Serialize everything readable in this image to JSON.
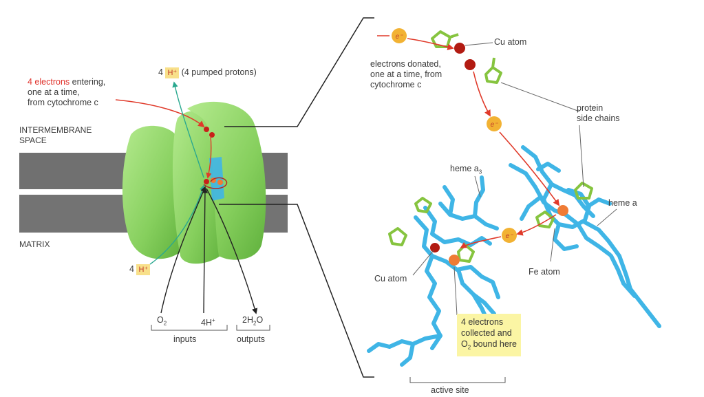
{
  "labels": {
    "electrons_entering_red": "4 electrons",
    "electrons_entering_rest1": " entering,",
    "electrons_entering_line2": "one at a time,",
    "electrons_entering_line3": "from cytochrome c",
    "pumped_prefix": "4",
    "pumped_hplus": "H⁺",
    "pumped_text": "(4 pumped protons)",
    "intermembrane_line1": "INTERMEMBRANE",
    "intermembrane_line2": "SPACE",
    "matrix": "MATRIX",
    "matrix_prefix": "4",
    "matrix_hplus": "H⁺",
    "o2": "O",
    "o2_sub": "2",
    "four_h": "4H",
    "four_h_sup": "+",
    "two_h2o_pre": "2H",
    "two_h2o_sub": "2",
    "two_h2o_post": "O",
    "inputs": "inputs",
    "outputs": "outputs",
    "electron_symbol": "e⁻",
    "cu_atom_top": "Cu atom",
    "electrons_donated_line1": "electrons donated,",
    "electrons_donated_line2": "one at a time, from",
    "electrons_donated_line3": "cytochrome c",
    "protein_side_chains_line1": "protein",
    "protein_side_chains_line2": "side chains",
    "heme_a3": "heme a",
    "heme_a3_sub": "3",
    "heme_a": "heme a",
    "fe_atom": "Fe atom",
    "cu_atom_bottom": "Cu atom",
    "collected_line1": "4 electrons",
    "collected_line2": "collected and",
    "collected_line3_pre": "O",
    "collected_line3_sub": "2",
    "collected_line3_post": " bound here",
    "active_site": "active site"
  },
  "colors": {
    "membrane": "#6f6f6f",
    "protein_green": "#8fd36a",
    "heme_blue": "#3fb5e6",
    "side_chain_green": "#86c43f",
    "electron_orange": "#f2b233",
    "cu_red": "#b21b12",
    "fe_orange": "#ef7b35",
    "arrow_red": "#e03a2a",
    "arrow_teal": "#2aa88f",
    "highlight_yellow": "#fbf5a4"
  }
}
